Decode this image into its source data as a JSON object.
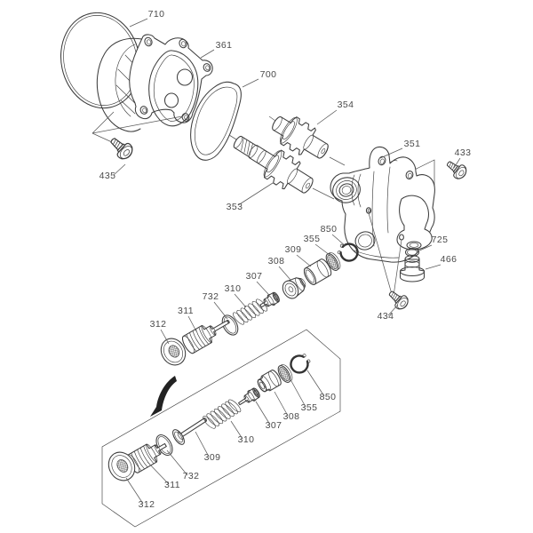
{
  "colors": {
    "background": "#ffffff",
    "line": "#3d3d3d",
    "label": "#4a4a4a"
  },
  "labels": [
    "710",
    "361",
    "700",
    "354",
    "351",
    "433",
    "435",
    "353",
    "850",
    "355",
    "309",
    "308",
    "307",
    "310",
    "732",
    "311",
    "312",
    "725",
    "466",
    "434",
    "850",
    "355",
    "308",
    "307",
    "310",
    "309",
    "732",
    "311",
    "312"
  ],
  "callouts": {
    "main_view": [
      "710",
      "361",
      "700",
      "354",
      "351",
      "433",
      "435",
      "353",
      "850",
      "355",
      "309",
      "308",
      "307",
      "310",
      "732",
      "311",
      "312",
      "725",
      "466",
      "434"
    ],
    "inset_detail": [
      "850",
      "355",
      "308",
      "307",
      "310",
      "309",
      "732",
      "311",
      "312"
    ]
  }
}
